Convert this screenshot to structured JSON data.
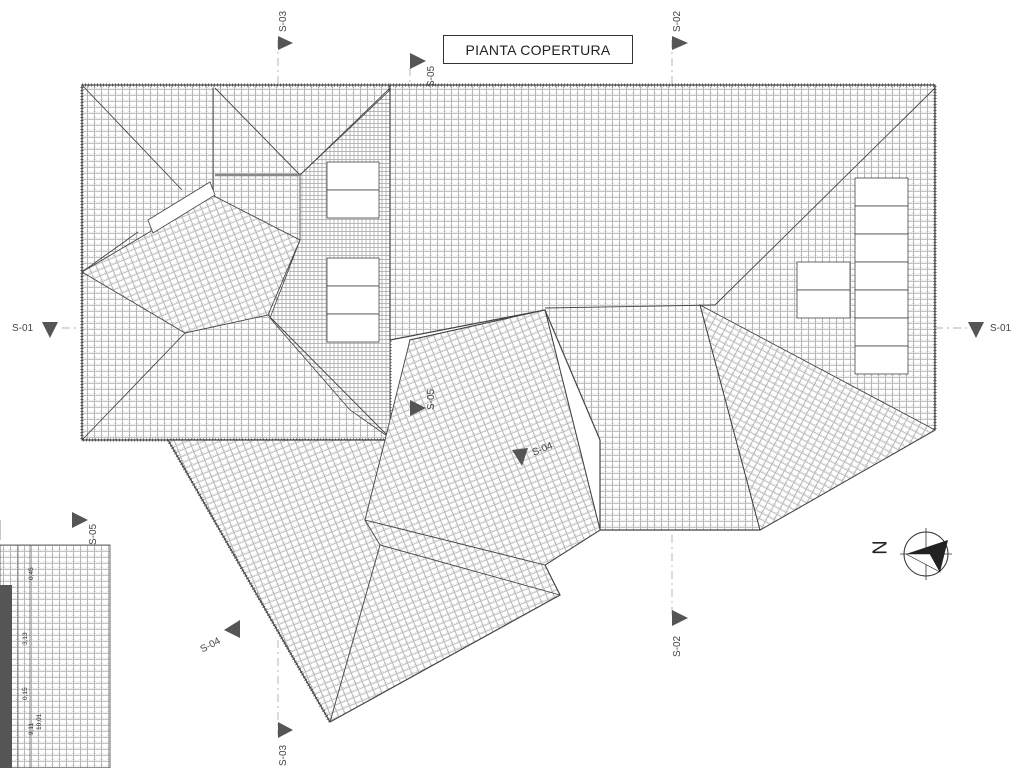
{
  "title": "PIANTA COPERTURA",
  "sections": {
    "s01_left": "S-01",
    "s01_right": "S-01",
    "s02_top": "S-02",
    "s02_bottom": "S-02",
    "s03_top": "S-03",
    "s03_bottom": "S-03",
    "s04_center": "S-04",
    "s04_left": "S-04",
    "s05_top": "S-05",
    "s05_mid": "S-05",
    "s05_left": "S-05"
  },
  "north_label": "N",
  "dimensions": [
    "0,45",
    "3,13",
    "0,15",
    "9,11",
    "10,01"
  ],
  "colors": {
    "line": "#444444",
    "tile": "#9a9a9a",
    "marker": "#555555"
  }
}
